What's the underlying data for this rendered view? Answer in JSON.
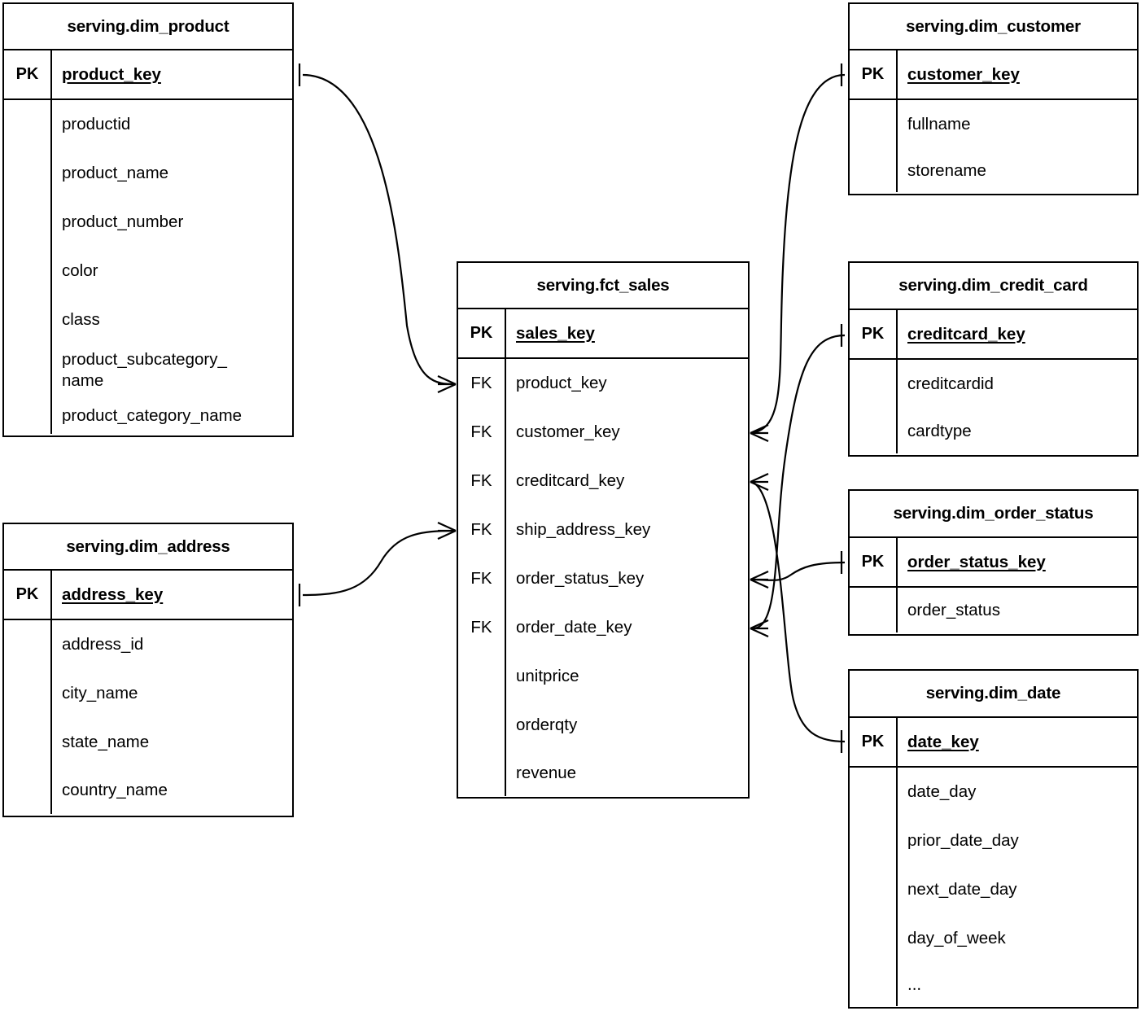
{
  "diagram": {
    "kind": "entity-relationship-diagram",
    "notation": "crow's-foot",
    "line_color": "#000000",
    "background_color": "#ffffff",
    "key_labels": {
      "pk": "PK",
      "fk": "FK"
    }
  },
  "entities": [
    {
      "id": "dim_product",
      "title": "serving.dim_product",
      "key_row": {
        "marker": "PK",
        "field": "product_key"
      },
      "fields": [
        "productid",
        "product_name",
        "product_number",
        "color",
        "class",
        "product_subcategory_\nname",
        "product_category_name"
      ]
    },
    {
      "id": "dim_address",
      "title": "serving.dim_address",
      "key_row": {
        "marker": "PK",
        "field": "address_key"
      },
      "fields": [
        "address_id",
        "city_name",
        "state_name",
        "country_name"
      ]
    },
    {
      "id": "fct_sales",
      "title": "serving.fct_sales",
      "key_row": {
        "marker": "PK",
        "field": "sales_key"
      },
      "fk_rows": [
        {
          "marker": "FK",
          "field": "product_key"
        },
        {
          "marker": "FK",
          "field": "customer_key"
        },
        {
          "marker": "FK",
          "field": "creditcard_key"
        },
        {
          "marker": "FK",
          "field": "ship_address_key"
        },
        {
          "marker": "FK",
          "field": "order_status_key"
        },
        {
          "marker": "FK",
          "field": "order_date_key"
        }
      ],
      "measure_rows": [
        {
          "marker": "",
          "field": "unitprice"
        },
        {
          "marker": "",
          "field": "orderqty"
        },
        {
          "marker": "",
          "field": "revenue"
        }
      ]
    },
    {
      "id": "dim_customer",
      "title": "serving.dim_customer",
      "key_row": {
        "marker": "PK",
        "field": "customer_key"
      },
      "fields": [
        "fullname",
        "storename"
      ]
    },
    {
      "id": "dim_credit_card",
      "title": "serving.dim_credit_card",
      "key_row": {
        "marker": "PK",
        "field": "creditcard_key"
      },
      "fields": [
        "creditcardid",
        "cardtype"
      ]
    },
    {
      "id": "dim_order_status",
      "title": "serving.dim_order_status",
      "key_row": {
        "marker": "PK",
        "field": "order_status_key"
      },
      "fields": [
        "order_status"
      ]
    },
    {
      "id": "dim_date",
      "title": "serving.dim_date",
      "key_row": {
        "marker": "PK",
        "field": "date_key"
      },
      "fields": [
        "date_day",
        "prior_date_day",
        "next_date_day",
        "day_of_week",
        "..."
      ]
    }
  ],
  "relationships": [
    {
      "from": "dim_product.product_key",
      "to": "fct_sales.product_key",
      "from_cardinality": "one",
      "to_cardinality": "many"
    },
    {
      "from": "dim_address.address_key",
      "to": "fct_sales.ship_address_key",
      "from_cardinality": "one",
      "to_cardinality": "many"
    },
    {
      "from": "dim_customer.customer_key",
      "to": "fct_sales.customer_key",
      "from_cardinality": "one",
      "to_cardinality": "many"
    },
    {
      "from": "dim_credit_card.creditcard_key",
      "to": "fct_sales.creditcard_key",
      "from_cardinality": "one",
      "to_cardinality": "many"
    },
    {
      "from": "dim_order_status.order_status_key",
      "to": "fct_sales.order_status_key",
      "from_cardinality": "one",
      "to_cardinality": "many"
    },
    {
      "from": "dim_date.date_key",
      "to": "fct_sales.order_date_key",
      "from_cardinality": "one",
      "to_cardinality": "many"
    }
  ]
}
